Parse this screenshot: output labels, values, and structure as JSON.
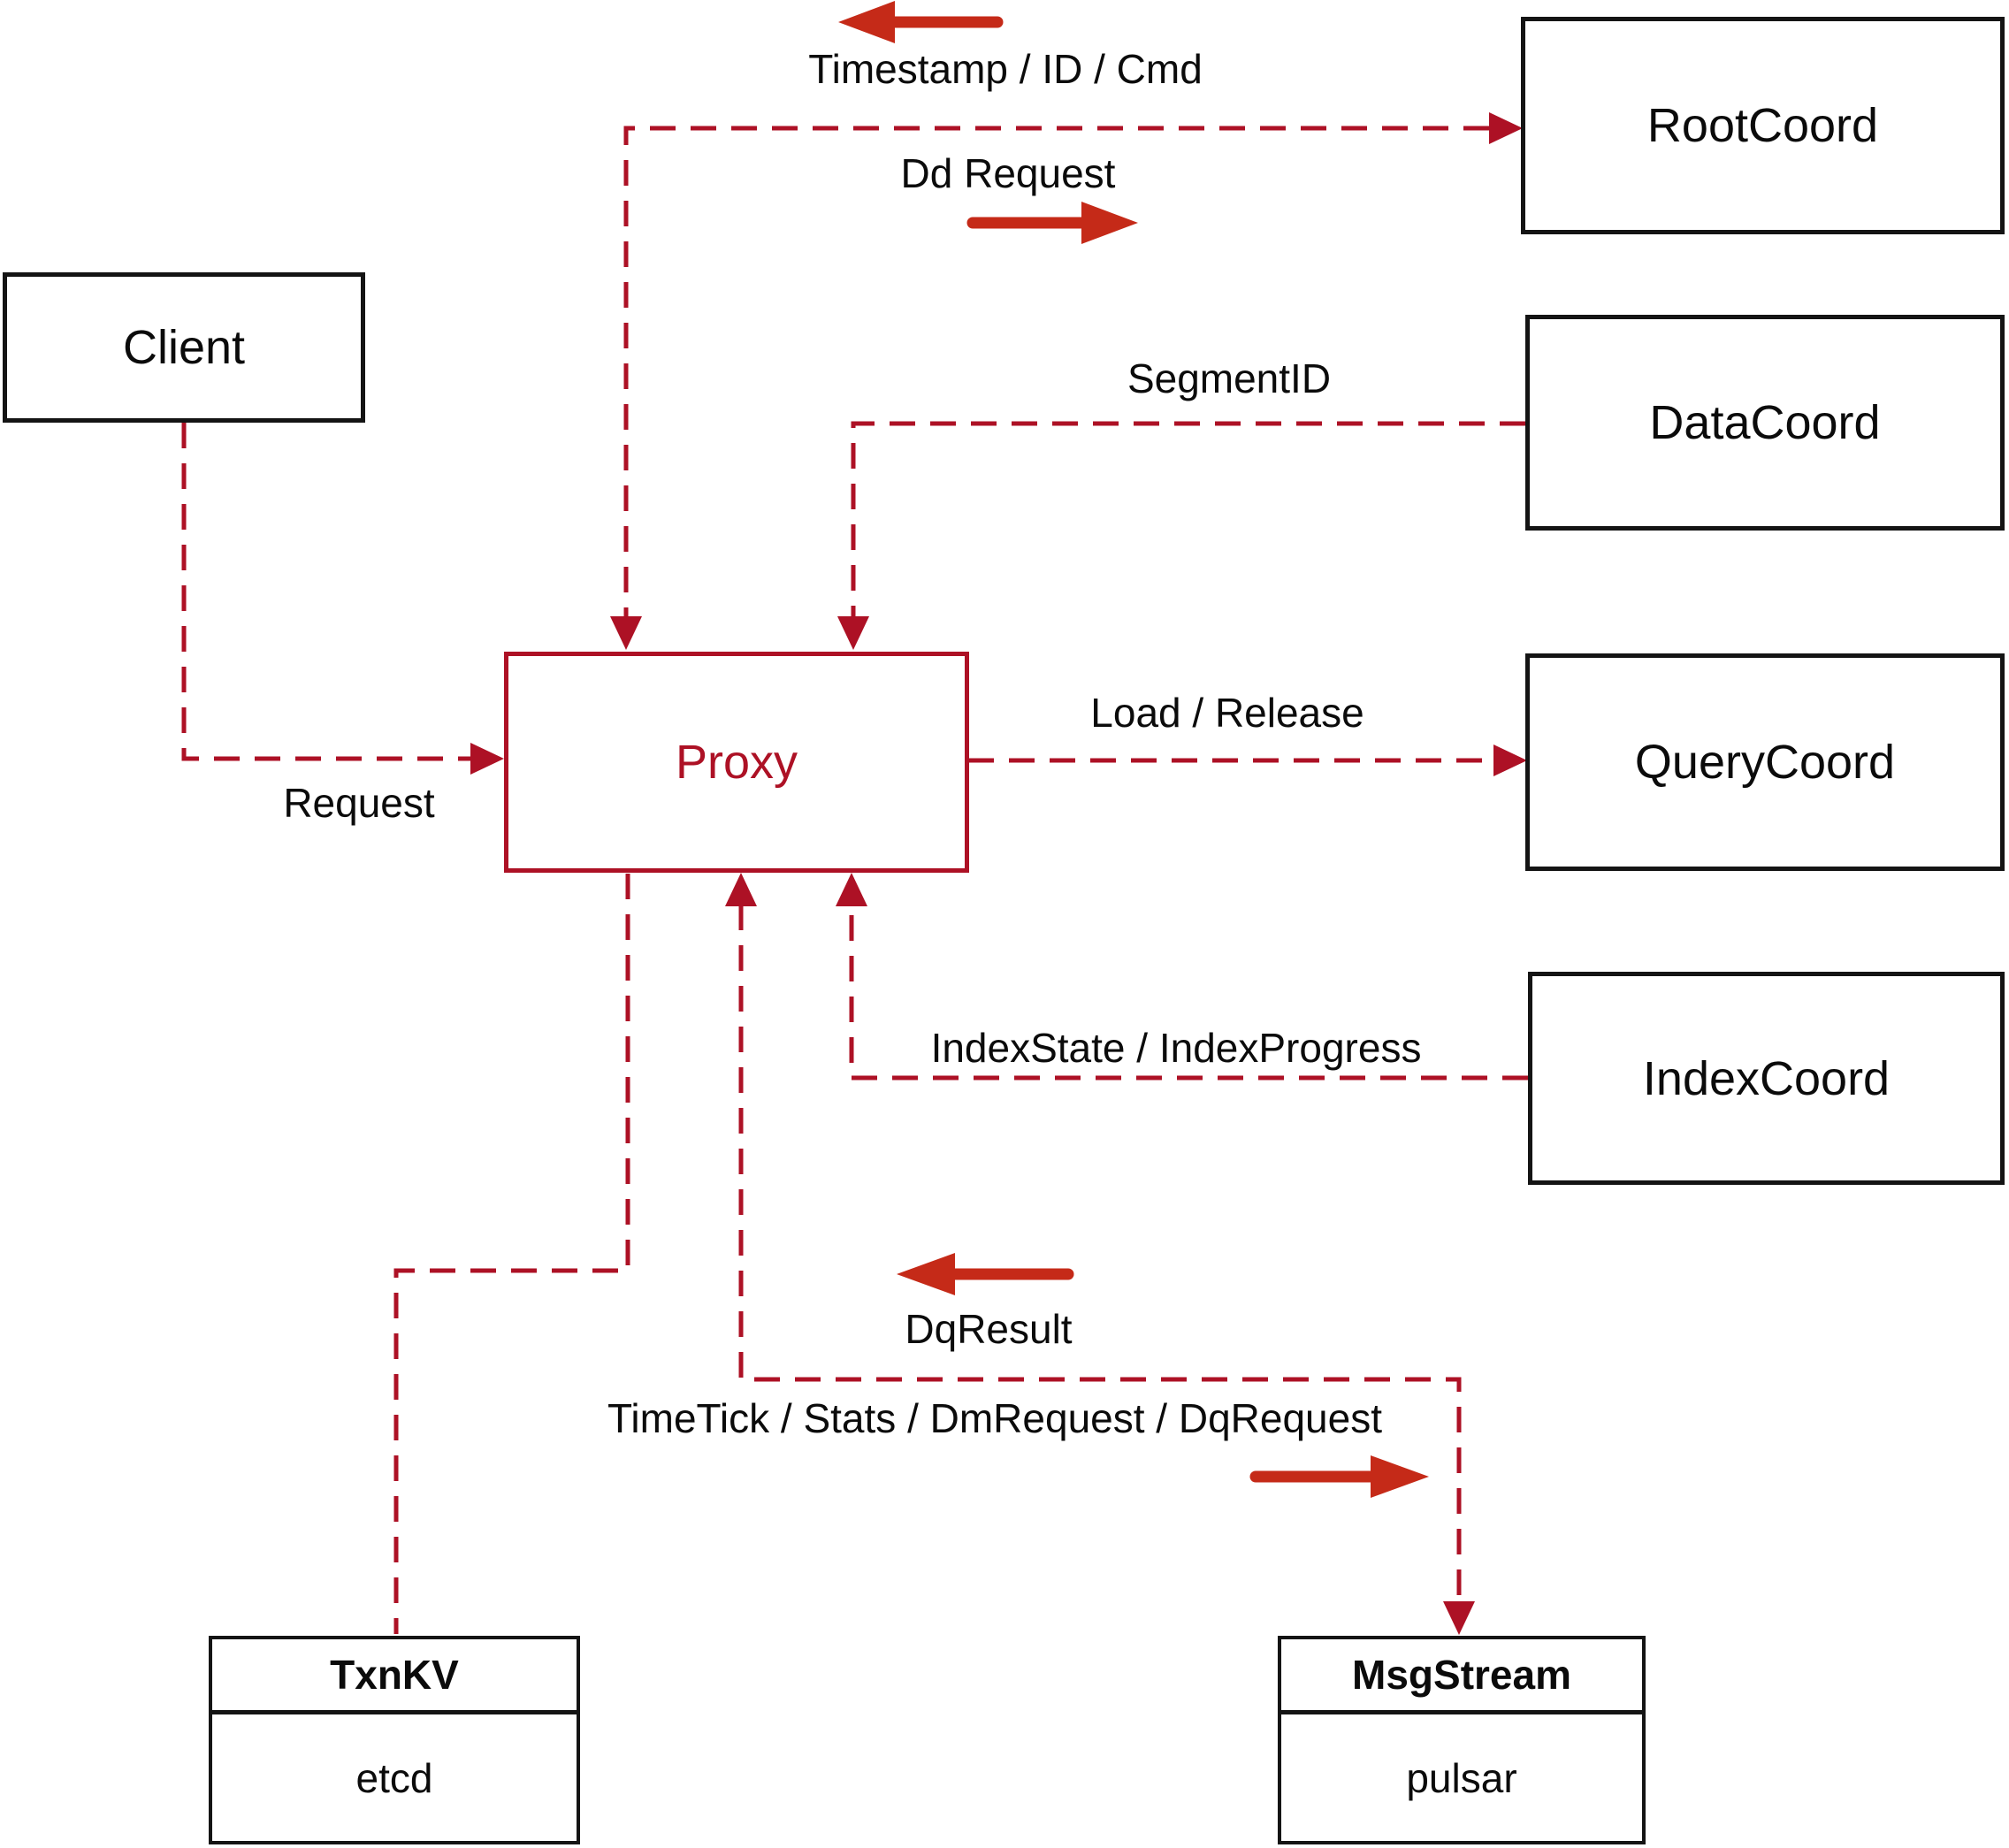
{
  "diagram": {
    "kind": "architecture-flow-diagram",
    "colors": {
      "dashed_line": "#ad1125",
      "solid_arrow": "#c52a18",
      "box_border": "#141414",
      "label_text": "#0b0b0b",
      "background": "#ffffff"
    },
    "nodes": {
      "client": {
        "label": "Client"
      },
      "proxy": {
        "label": "Proxy"
      },
      "rootcoord": {
        "label": "RootCoord"
      },
      "datacoord": {
        "label": "DataCoord"
      },
      "querycoord": {
        "label": "QueryCoord"
      },
      "indexcoord": {
        "label": "IndexCoord"
      },
      "txnkv": {
        "title": "TxnKV",
        "impl": "etcd"
      },
      "msgstream": {
        "title": "MsgStream",
        "impl": "pulsar"
      }
    },
    "edge_labels": {
      "timestamp_id_cmd": "Timestamp / ID / Cmd",
      "dd_request": "Dd Request",
      "segment_id": "SegmentID",
      "request": "Request",
      "load_release": "Load / Release",
      "index_state_progress": "IndexState / IndexProgress",
      "dq_result": "DqResult",
      "timetick_stats": "TimeTick / Stats / DmRequest / DqRequest"
    }
  }
}
